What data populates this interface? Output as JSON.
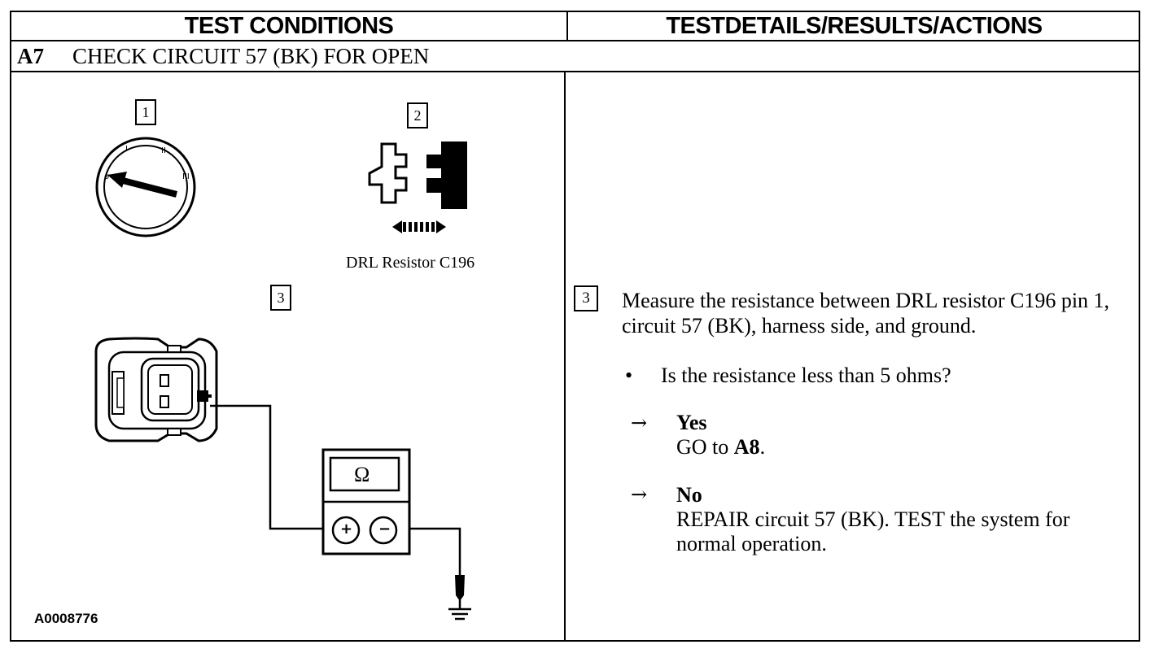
{
  "header": {
    "left_title": "TEST CONDITIONS",
    "right_title": "TESTDETAILS/RESULTS/ACTIONS"
  },
  "step": {
    "id": "A7",
    "title": "CHECK CIRCUIT 57 (BK) FOR OPEN"
  },
  "illustration": {
    "callouts": [
      "1",
      "2",
      "3"
    ],
    "connector_caption": "DRL Resistor C196",
    "meter_symbol": "Ω",
    "meter_plus": "+",
    "meter_minus": "−",
    "figure_id": "A0008776",
    "icons": [
      "ignition-switch-icon",
      "connector-disconnect-icon",
      "harness-connector-icon",
      "ohmmeter-icon",
      "ground-symbol-icon"
    ]
  },
  "details": {
    "step_number": "3",
    "instruction": "Measure the resistance between DRL resistor C196 pin 1, circuit 57 (BK), harness side, and ground.",
    "bullet": "•",
    "question": "Is the resistance less than 5 ohms?",
    "arrow": "→",
    "yes_label": "Yes",
    "yes_action_prefix": "GO to ",
    "yes_action_target": "A8",
    "yes_action_suffix": ".",
    "no_label": "No",
    "no_action": "REPAIR circuit 57 (BK). TEST the system for normal operation."
  }
}
